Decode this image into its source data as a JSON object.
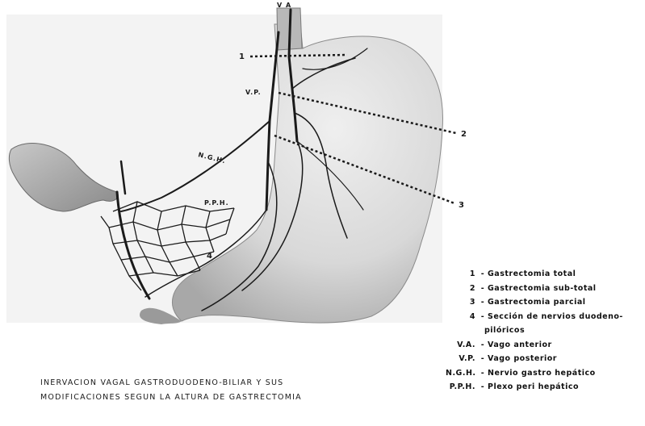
{
  "diagram": {
    "labels": {
      "va": "V A",
      "vp": "V.P.",
      "ngh": "N.G.H.",
      "pph": "P.P.H.",
      "n1": "1",
      "n2": "2",
      "n3": "3",
      "n4": "4"
    }
  },
  "legend": {
    "items": [
      {
        "key": "1",
        "sep": "-",
        "text": "Gastrectomia total"
      },
      {
        "key": "2",
        "sep": "-",
        "text": "Gastrectomia sub-total"
      },
      {
        "key": "3",
        "sep": "-",
        "text": "Gastrectomia parcial"
      },
      {
        "key": "4",
        "sep": "-",
        "text": "Sección de nervios duodeno-",
        "continuation": "pilóricos"
      },
      {
        "key": "V.A.",
        "sep": "-",
        "text": "Vago anterior"
      },
      {
        "key": "V.P.",
        "sep": "-",
        "text": "Vago posterior"
      },
      {
        "key": "N.G.H.",
        "sep": "-",
        "text": "Nervio gastro hepático"
      },
      {
        "key": "P.P.H.",
        "sep": "-",
        "text": "Plexo peri hepático"
      }
    ]
  },
  "caption": {
    "line1": "INERVACION VAGAL GASTRODUODENO-BILIAR Y SUS",
    "line2": "MODIFICACIONES SEGUN LA ALTURA DE GASTRECTOMIA"
  },
  "colors": {
    "stomach_fill": "#d9d9d9",
    "nerve": "#1a1a1a",
    "background_wash": "#f2f2f2"
  }
}
